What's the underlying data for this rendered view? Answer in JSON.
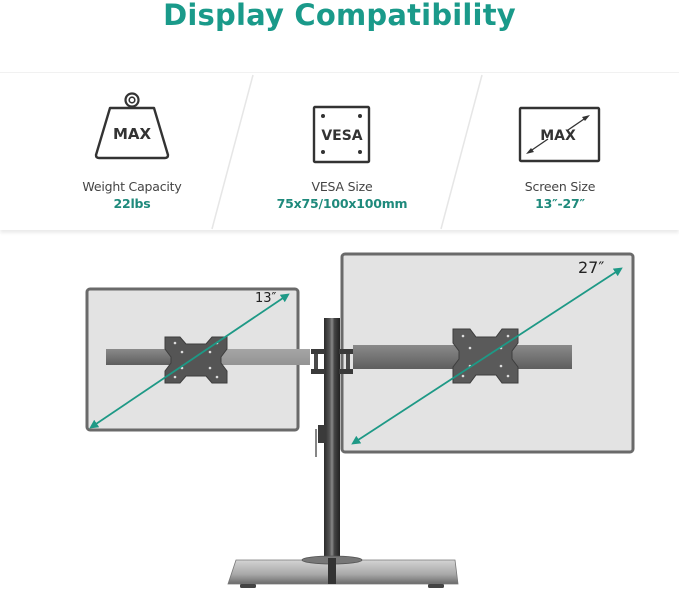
{
  "header": {
    "title": "Display Compatibility"
  },
  "features": [
    {
      "icon": "weight-icon",
      "icon_text": "MAX",
      "label": "Weight Capacity",
      "value": "22lbs"
    },
    {
      "icon": "vesa-icon",
      "icon_text": "VESA",
      "label": "VESA Size",
      "value": "75x75/100x100mm"
    },
    {
      "icon": "screen-size-icon",
      "icon_text": "MAX",
      "label": "Screen Size",
      "value": "13″-27″"
    }
  ],
  "illustration": {
    "left_monitor": {
      "size_label": "13″"
    },
    "right_monitor": {
      "size_label": "27″"
    }
  },
  "colors": {
    "accent": "#1a9a8a",
    "value_text": "#1f8a7c",
    "monitor_screen": "#e2e2e2",
    "monitor_frame": "#6a6a6a"
  }
}
